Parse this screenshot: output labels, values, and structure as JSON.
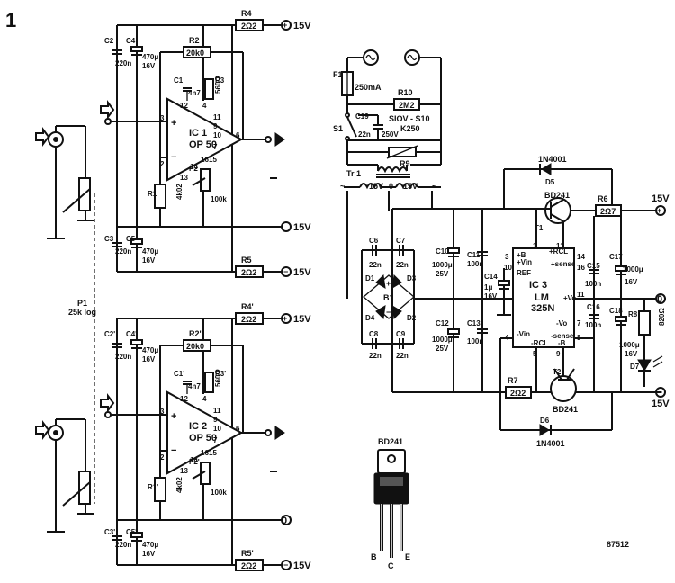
{
  "figure_number": "1",
  "figure_code": "87512",
  "supply": {
    "pos": "15V",
    "neg": "15V",
    "gnd": "0"
  },
  "amp1": {
    "ic": "IC 1",
    "ic_type": "OP 50",
    "pins": {
      "p2": "2",
      "p3": "3",
      "p4": "4",
      "p6": "6",
      "p7": "7",
      "p9": "9",
      "p10": "10",
      "p11": "11",
      "p12": "12",
      "p13": "13",
      "p14": "14",
      "p15": "15",
      "p16": "16"
    },
    "R1": "R1",
    "R1v": "4k02",
    "R2": "R2",
    "R2v": "20k0",
    "R3": "R3",
    "R3v": "560Ω",
    "R4": "R4",
    "R4v": "2Ω2",
    "R5": "R5",
    "R5v": "2Ω2",
    "C1": "C1",
    "C1v": "4n7",
    "C2": "C2",
    "C2v": "220n",
    "C3": "C3",
    "C3v": "220n",
    "C4": "C4",
    "C4v": "470μ",
    "C4u": "16V",
    "C5": "C5",
    "C5v": "470μ",
    "C5u": "16V",
    "P2": "P2",
    "P2v": "100k"
  },
  "amp2": {
    "ic": "IC 2",
    "ic_type": "OP 50",
    "pins": {
      "p2": "2",
      "p3": "3",
      "p4": "4",
      "p6": "6",
      "p7": "7",
      "p9": "9",
      "p10": "10",
      "p11": "11",
      "p12": "12",
      "p13": "13",
      "p14": "14",
      "p15": "15",
      "p16": "16"
    },
    "R1": "R1'",
    "R1v": "4k02",
    "R2": "R2'",
    "R2v": "20k0",
    "R3": "R3'",
    "R3v": "560Ω",
    "R4": "R4'",
    "R4v": "2Ω2",
    "R5": "R5'",
    "R5v": "2Ω2",
    "C1": "C1'",
    "C1v": "4n7",
    "C2": "C2'",
    "C2v": "220n",
    "C3": "C3'",
    "C3v": "220n",
    "C4": "C4'",
    "C4v": "470μ",
    "C4u": "16V",
    "C5": "C5'",
    "C5v": "470μ",
    "C5u": "16V",
    "P2": "P2'",
    "P2v": "100k"
  },
  "P1": {
    "name": "P1",
    "value": "25k log"
  },
  "mains": {
    "F1": "F1",
    "F1v": "250mA",
    "R10": "R10",
    "R10v": "2M2",
    "C19": "C19",
    "C19v": "22n",
    "C19u": "250V",
    "S1": "S1",
    "R9": "R9",
    "R9v1": "SIOV - S10",
    "R9v2": "K250",
    "Tr1": "Tr 1",
    "sec1": "15V",
    "sec2": "15V",
    "ct": "0"
  },
  "psu": {
    "B1": "B1",
    "D1": "D1",
    "D2": "D2",
    "D3": "D3",
    "D4": "D4",
    "C6": "C6",
    "C7": "C7",
    "C8": "C8",
    "C9": "C9",
    "C22n": "22n",
    "C10": "C10",
    "C10v": "1000μ",
    "C10u": "25V",
    "C11": "C11",
    "C11v": "100n",
    "C12": "C12",
    "C12v": "1000μ",
    "C12u": "25V",
    "C13": "C13",
    "C13v": "100n",
    "C14": "C14",
    "C14v": "1μ",
    "C14u": "16V",
    "C15": "C15",
    "C15v": "100n",
    "C16": "C16",
    "C16v": "100n",
    "C17": "C17",
    "C17v": "1000μ",
    "C17u": "16V",
    "C18": "C18",
    "C18v": "1000μ",
    "C18u": "16V",
    "R6": "R6",
    "R6v": "2Ω7",
    "R7": "R7",
    "R7v": "2Ω2",
    "R8": "R8",
    "R8v": "820Ω",
    "D5": "D5",
    "D5v": "1N4001",
    "D6": "D6",
    "D6v": "1N4001",
    "D7": "D7",
    "T1": "T1",
    "T1v": "BD241",
    "T2": "T2",
    "T2v": "BD241",
    "ic": "IC 3",
    "ic1": "LM",
    "ic2": "325N",
    "pins": {
      "rcl_p": "+RCL",
      "b_p": "+B",
      "vin_p": "+Vin",
      "ref": "REF",
      "sense_p": "+sense",
      "vin_n": "-Vin",
      "rcl_n": "-RCL",
      "b_n": "-B",
      "vo_n": "-Vo",
      "sense_n": "-sense",
      "vo_p": "+Vo",
      "n1": "1",
      "n3": "3",
      "n4": "4",
      "n5": "5",
      "n7": "7",
      "n8": "8",
      "n9": "9",
      "n10": "10",
      "n11": "11",
      "n13": "13",
      "n14": "14",
      "n16": "16"
    }
  },
  "pinout": {
    "title": "BD241",
    "b": "B",
    "c": "C",
    "e": "E"
  }
}
